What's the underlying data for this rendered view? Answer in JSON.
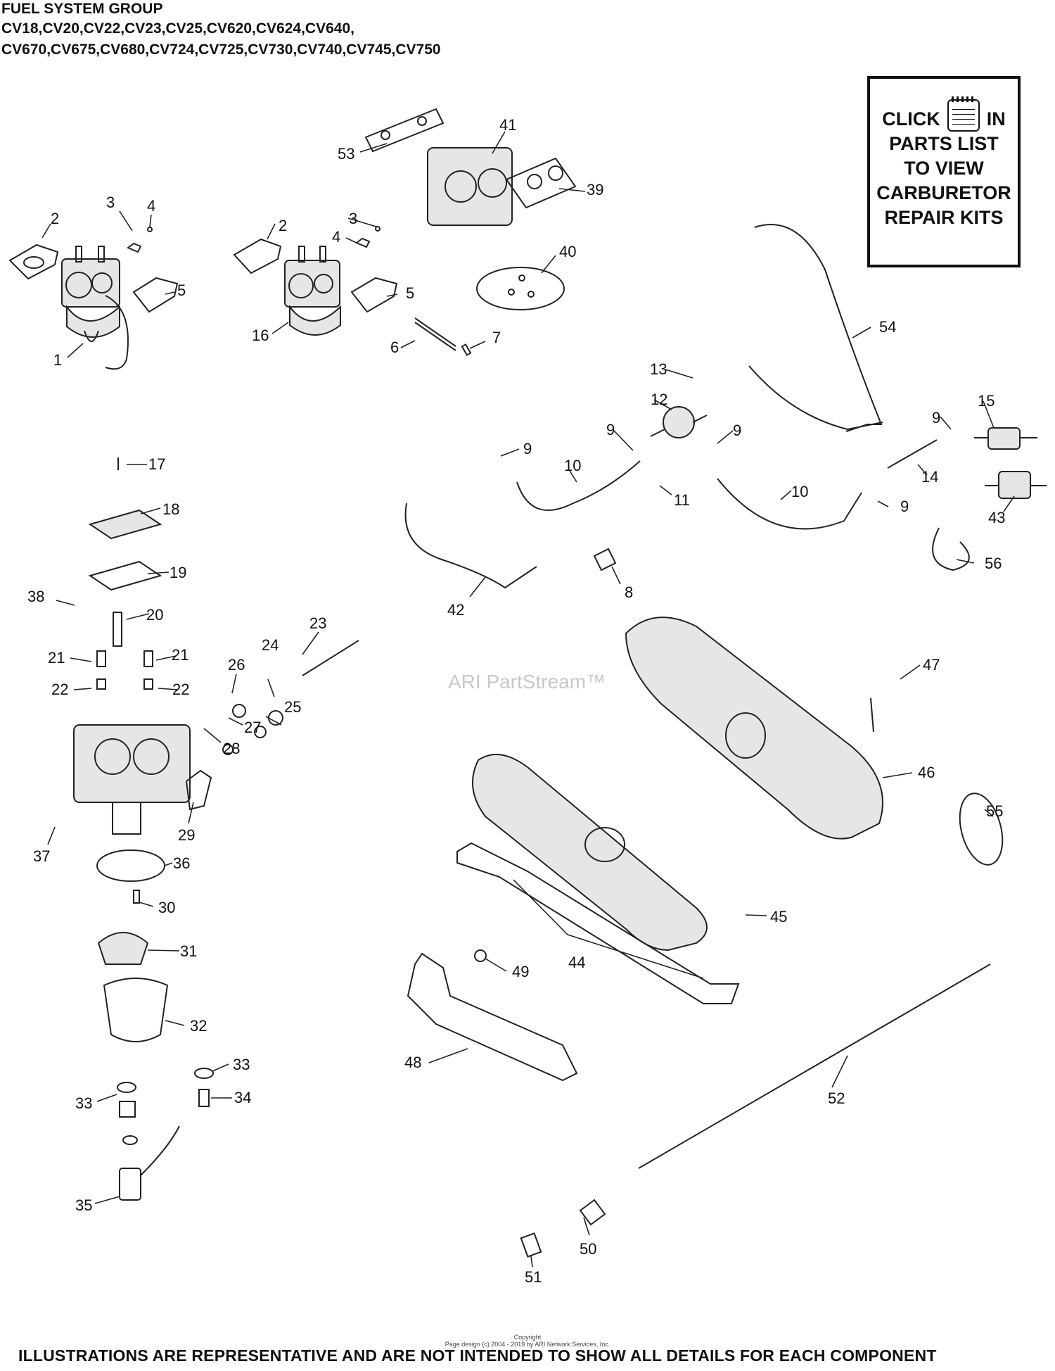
{
  "header": {
    "title": "FUEL SYSTEM GROUP",
    "models_line1": "CV18,CV20,CV22,CV23,CV25,CV620,CV624,CV640,",
    "models_line2": "CV670,CV675,CV680,CV724,CV725,CV730,CV740,CV745,CV750"
  },
  "kit_box": {
    "word_click": "CLICK",
    "icon": "notepad-icon",
    "word_in": "IN",
    "line2": "PARTS LIST",
    "line3": "TO VIEW",
    "line4": "CARBURETOR",
    "line5": "REPAIR KITS"
  },
  "watermark": "ARI PartStream™",
  "copyright": {
    "line1": "Copyright",
    "line2": "Page design (c) 2004 - 2019 by ARI Network Services, Inc."
  },
  "footer": "ILLUSTRATIONS ARE REPRESENTATIVE AND ARE NOT INTENDED TO SHOW ALL DETAILS FOR EACH COMPONENT",
  "callouts": [
    "1",
    "2",
    "3",
    "4",
    "5",
    "2",
    "3",
    "4",
    "5",
    "16",
    "6",
    "7",
    "53",
    "41",
    "39",
    "40",
    "54",
    "13",
    "12",
    "9",
    "9",
    "9",
    "10",
    "11",
    "10",
    "15",
    "9",
    "14",
    "9",
    "43",
    "56",
    "42",
    "8",
    "17",
    "18",
    "19",
    "38",
    "20",
    "21",
    "21",
    "22",
    "22",
    "23",
    "24",
    "26",
    "25",
    "27",
    "28",
    "29",
    "37",
    "36",
    "30",
    "31",
    "32",
    "33",
    "33",
    "34",
    "35",
    "47",
    "46",
    "55",
    "45",
    "44",
    "49",
    "48",
    "52",
    "50",
    "51"
  ]
}
